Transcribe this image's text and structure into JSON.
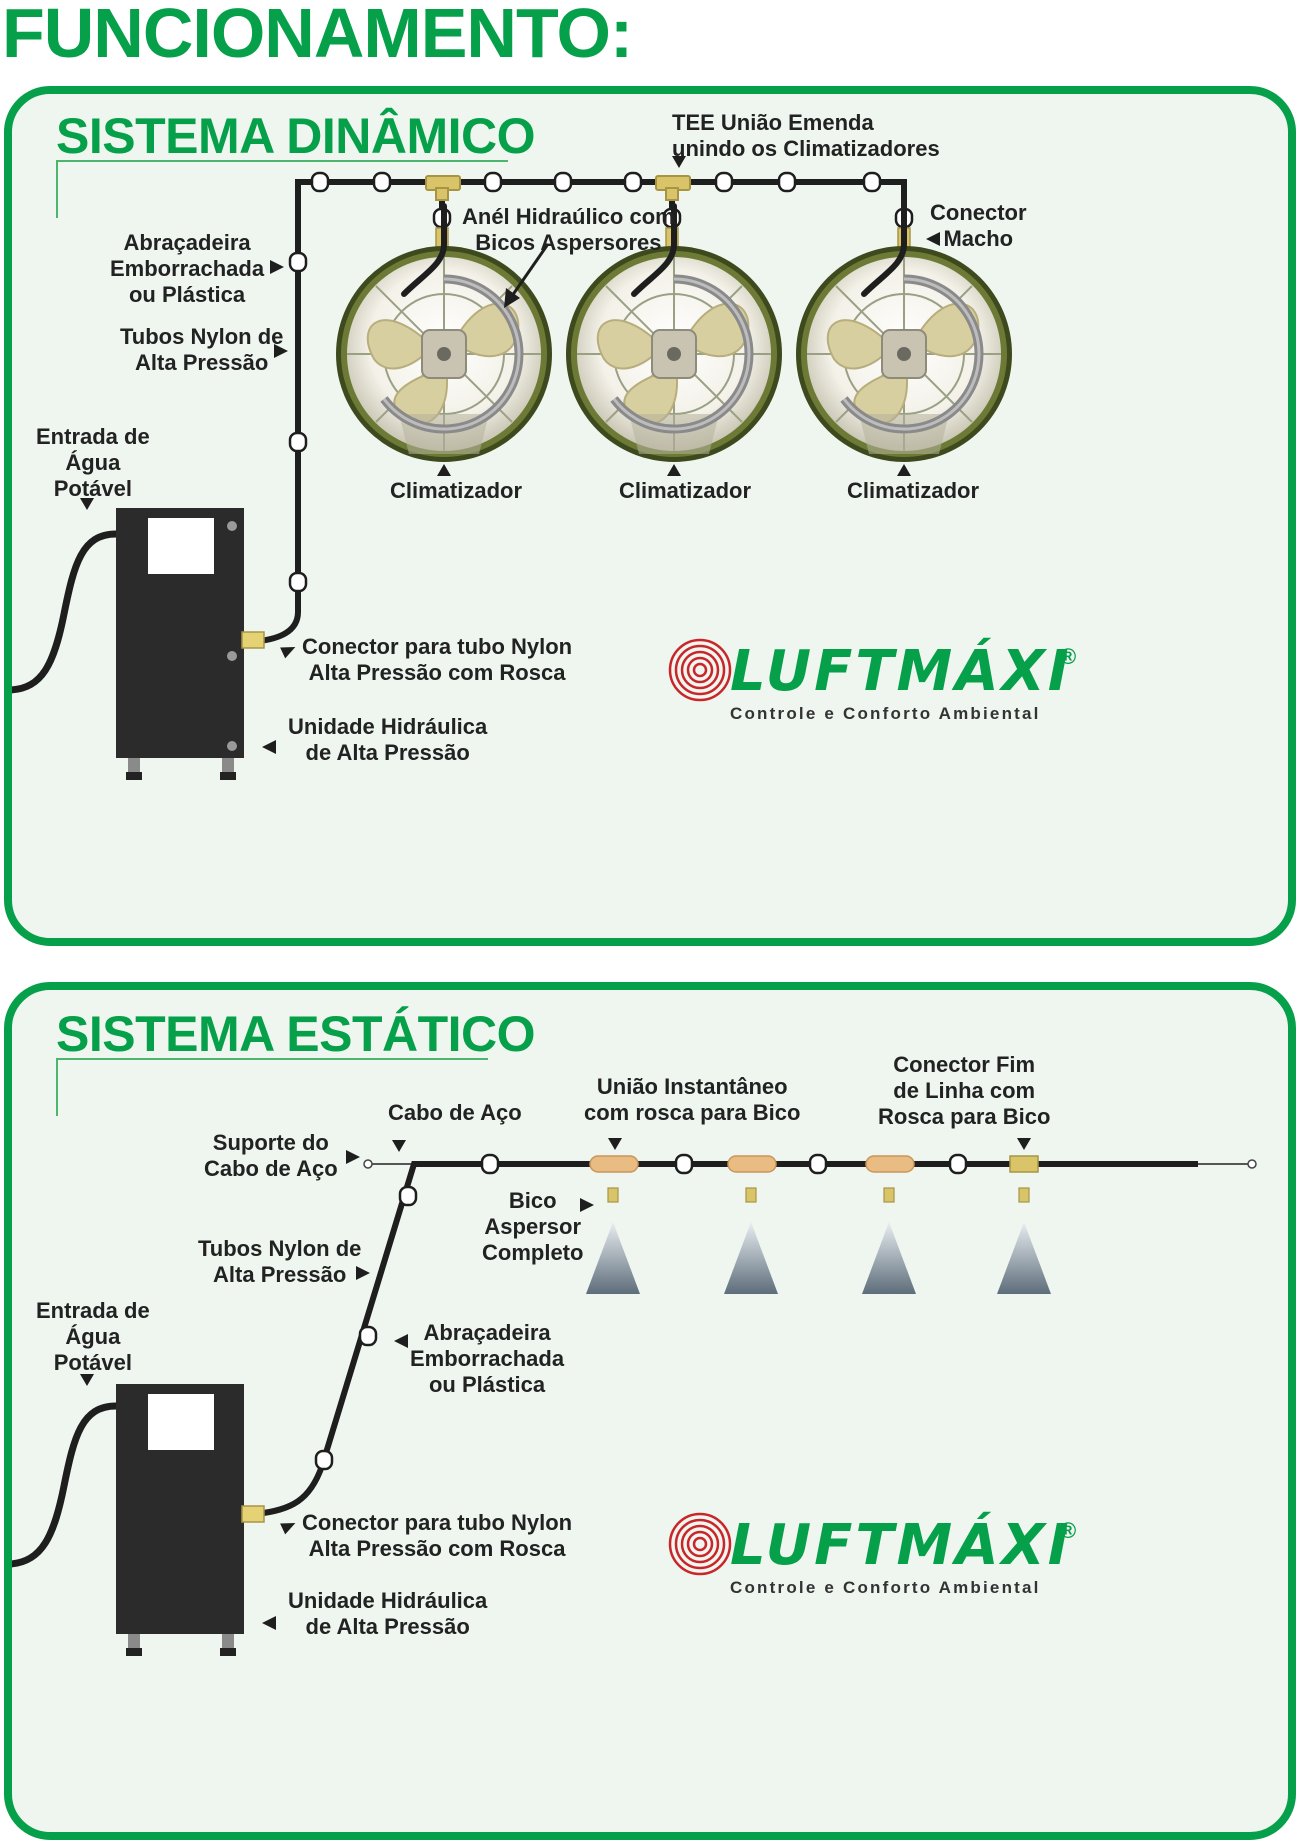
{
  "page_title": "FUNCIONAMENTO:",
  "brand": {
    "name": "LUFTMÁXI",
    "registered": "®",
    "tagline": "Controle e Conforto Ambiental",
    "colors": {
      "green": "#06a04a",
      "red": "#c8262b",
      "pipe": "#1e1e1e",
      "unit": "#2b2b2b",
      "brass": "#d9c46a"
    }
  },
  "dynamic": {
    "title": "SISTEMA DINÂMICO",
    "labels": {
      "tee": "TEE União Emenda\nunindo os Climatizadores",
      "ring": "Anél Hidraúlico com\nBicos Aspersores",
      "male": "Conector\nMacho",
      "clamp": "Abraçadeira\nEmborrachada\nou Plástica",
      "tubes": "Tubos Nylon de\nAlta Pressão",
      "water": "Entrada de\nÁgua\nPotável",
      "connector": "Conector para tubo Nylon\nAlta Pressão com Rosca",
      "unit": "Unidade Hidráulica\nde Alta Pressão"
    },
    "coolers": [
      "Climatizador",
      "Climatizador",
      "Climatizador"
    ]
  },
  "static": {
    "title": "SISTEMA ESTÁTICO",
    "labels": {
      "cable": "Cabo de Aço",
      "support": "Suporte do\nCabo de Aço",
      "union": "União Instantâneo\ncom rosca para Bico",
      "endcon": "Conector Fim\nde Linha com\nRosca para Bico",
      "nozzle": "Bico\nAspersor\nCompleto",
      "tubes": "Tubos Nylon de\nAlta Pressão",
      "clamp": "Abraçadeira\nEmborrachada\nou Plástica",
      "water": "Entrada de\nÁgua\nPotável",
      "connector": "Conector para tubo Nylon\nAlta Pressão com Rosca",
      "unit": "Unidade Hidráulica\nde Alta Pressão"
    }
  }
}
